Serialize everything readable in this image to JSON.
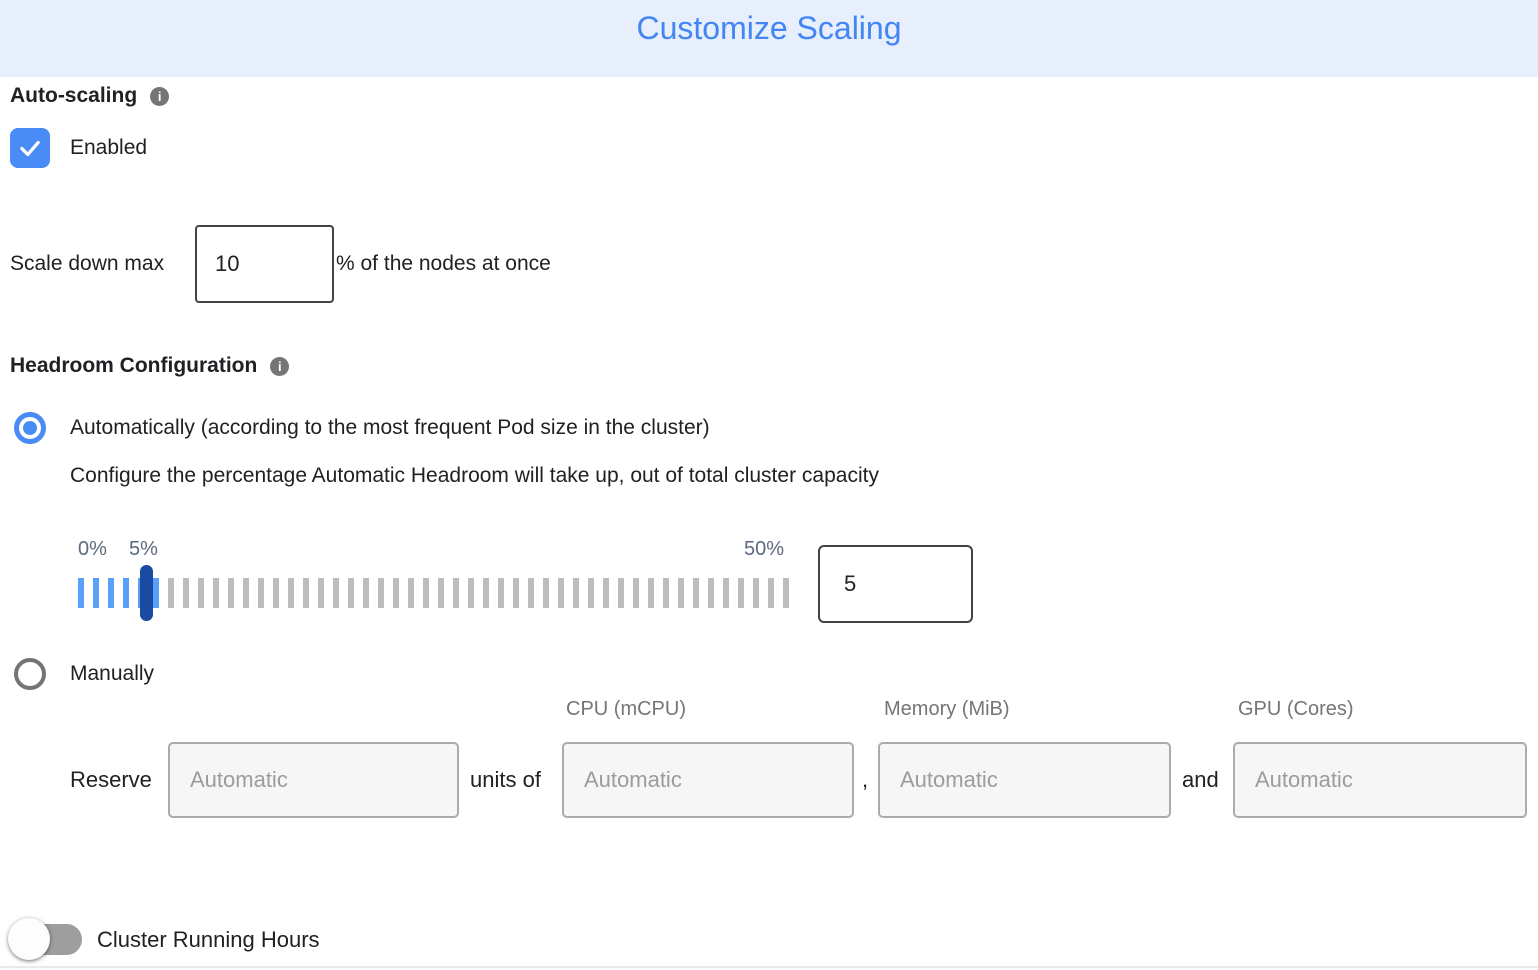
{
  "header": {
    "title": "Customize Scaling"
  },
  "autoscaling": {
    "section_label": "Auto-scaling",
    "enabled_label": "Enabled",
    "checked": true
  },
  "scale_down": {
    "prefix": "Scale down max",
    "value": "10",
    "suffix": "% of the nodes at once"
  },
  "headroom": {
    "section_label": "Headroom Configuration",
    "auto_option_label": "Automatically (according to the most frequent Pod size in the cluster)",
    "auto_option_selected": true,
    "auto_description": "Configure the percentage Automatic Headroom will take up, out of total cluster capacity",
    "slider": {
      "min_label": "0%",
      "current_label": "5%",
      "max_label": "50%",
      "value": "5",
      "total_ticks": 48,
      "filled_ticks": 6
    },
    "manual_option_label": "Manually",
    "manual_option_selected": false,
    "reserve": {
      "prefix": "Reserve",
      "units_of": "units of",
      "comma": ",",
      "and": "and",
      "placeholder": "Automatic",
      "columns": [
        "CPU (mCPU)",
        "Memory (MiB)",
        "GPU (Cores)"
      ]
    }
  },
  "cluster_running_hours": {
    "label": "Cluster Running Hours",
    "enabled": false
  },
  "icons": {
    "info": "i"
  },
  "colors": {
    "title_blue": "#4285f4",
    "banner_bg": "#e7eefc",
    "accent_blue": "#4a8cf5",
    "tick_blue": "#58a0f8",
    "tick_gray": "#bdbdbd",
    "handle_navy": "#1b4aa2",
    "muted_gray": "#757575",
    "slider_label_slate": "#5c6a7d"
  }
}
